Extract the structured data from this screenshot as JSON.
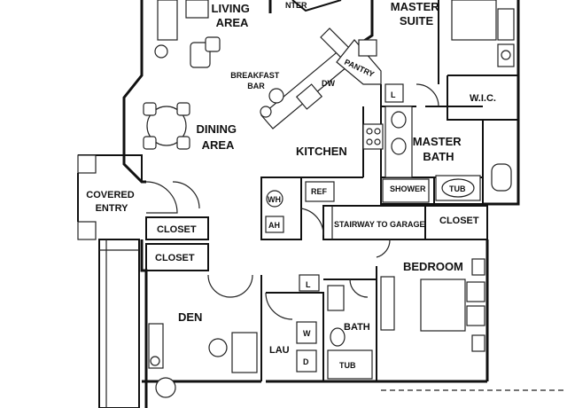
{
  "rooms": {
    "living": "LIVING\nAREA",
    "center": "NTER",
    "master_suite": "MASTER\nSUITE",
    "breakfast_bar": "BREAKFAST\nBAR",
    "dw": "DW",
    "pantry": "PANTRY",
    "l_top": "L",
    "wic": "W.I.C.",
    "dining": "DINING\nAREA",
    "kitchen": "KITCHEN",
    "master_bath": "MASTER\nBATH",
    "covered_entry": "COVERED\nENTRY",
    "wh": "WH",
    "ah": "AH",
    "ref": "REF",
    "shower": "SHOWER",
    "tub_master": "TUB",
    "closet1": "CLOSET",
    "stairway": "STAIRWAY TO GARAGE",
    "closet_right": "CLOSET",
    "closet2": "CLOSET",
    "bedroom": "BEDROOM",
    "l_mid": "L",
    "den": "DEN",
    "bath": "BATH",
    "w": "W",
    "lau": "LAU",
    "d": "D",
    "tub_bath": "TUB"
  }
}
